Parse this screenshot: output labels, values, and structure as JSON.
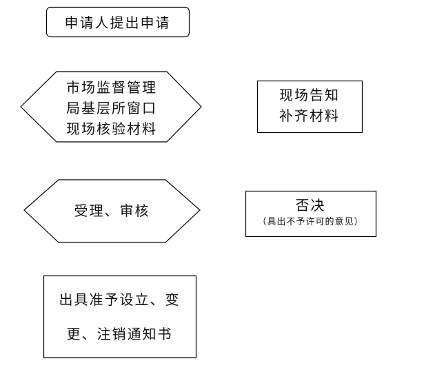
{
  "nodes": {
    "apply": {
      "label": "申请人提出申请"
    },
    "verify": {
      "lines": [
        "市场监督管理",
        "局基层所窗口",
        "现场核验材料"
      ]
    },
    "supplement": {
      "lines": [
        "现场告知",
        "补齐材料"
      ]
    },
    "review": {
      "label": "受理、审核"
    },
    "reject": {
      "label": "否决",
      "note": "（具出不予许可的意见）"
    },
    "notice": {
      "lines": [
        "出具准予设立、变",
        "更、注销通知书"
      ]
    }
  }
}
